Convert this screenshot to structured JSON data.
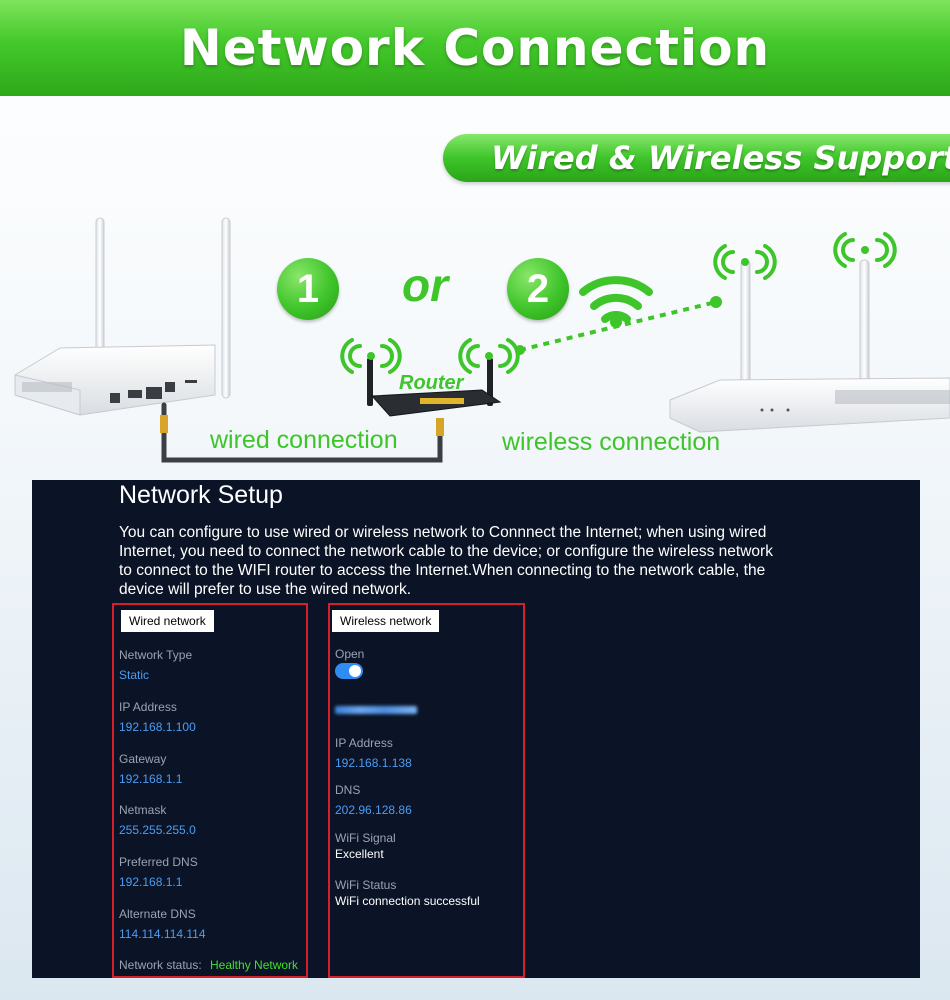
{
  "header": {
    "title": "Network Connection"
  },
  "badge": {
    "label": "Wired & Wireless Support"
  },
  "diagram": {
    "step1": "1",
    "or": "or",
    "step2": "2",
    "router_label": "Router",
    "wired_label": "wired connection",
    "wireless_label": "wireless connection"
  },
  "panel": {
    "title": "Network Setup",
    "description": "You can configure to use wired or wireless network to Connnect the Internet; when using wired Internet, you need to connect the network cable to the device; or configure the wireless network to connect to the WIFI router to access the Internet.When connecting to the network cable, the device will prefer to use the wired network.",
    "wired": {
      "tab": "Wired network",
      "fields": [
        {
          "label": "Network Type",
          "value": "Static"
        },
        {
          "label": "IP Address",
          "value": "192.168.1.100"
        },
        {
          "label": "Gateway",
          "value": "192.168.1.1"
        },
        {
          "label": "Netmask",
          "value": "255.255.255.0"
        },
        {
          "label": "Preferred DNS",
          "value": "192.168.1.1"
        },
        {
          "label": "Alternate DNS",
          "value": "114.114.114.114"
        }
      ],
      "status_label": "Network status:",
      "status_value": "Healthy Network"
    },
    "wireless": {
      "tab": "Wireless network",
      "open_label": "Open",
      "open_state": true,
      "fields": [
        {
          "label": "IP Address",
          "value": "192.168.1.138"
        },
        {
          "label": "DNS",
          "value": "202.96.128.86"
        },
        {
          "label": "WiFi Signal",
          "value": "Excellent"
        },
        {
          "label": "WiFi Status",
          "value": "WiFi connection successful"
        }
      ]
    }
  },
  "colors": {
    "brand_green": "#3dc52a",
    "panel_bg": "#0b1426",
    "frame_red": "#d4202a",
    "value_blue": "#4b9cf5",
    "status_green": "#3ee02a"
  }
}
